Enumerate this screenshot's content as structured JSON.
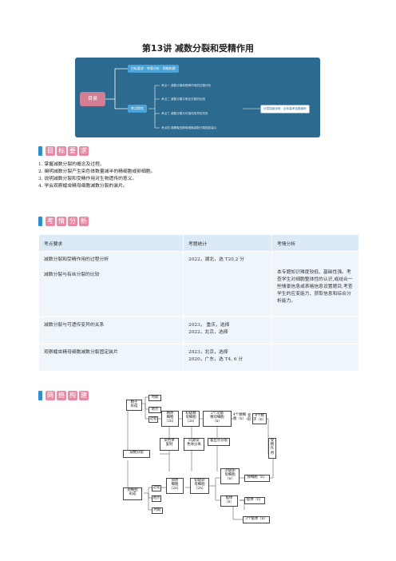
{
  "title": "第13讲  减数分裂和受精作用",
  "mindmap": {
    "root": "目录",
    "branch1": "目标要求 · 考情分析 · 网络构建",
    "branch2": "考点探究",
    "items": [
      "考点一  减数分裂和受精作用的过程分析",
      "考点二  减数分裂与有丝分裂的比较",
      "考点三  减数分裂与可遗传变异的关系",
      "考点四  观察蝗虫精母细胞减数分裂固定装片"
    ],
    "right": "分层突破训练 · 近年高考真题演练"
  },
  "sections": {
    "goals": [
      "目",
      "标",
      "要",
      "求"
    ],
    "analysis": [
      "考",
      "情",
      "分",
      "析"
    ],
    "network": [
      "网",
      "络",
      "构",
      "建"
    ]
  },
  "goals": [
    "1. 掌握减数分裂的概念及过程。",
    "2. 阐明减数分裂产生染色体数量减半的精细胞或卵细胞。",
    "3. 说明减数分裂和受精作用对生物遗传的意义。",
    "4. 学会观察蝗虫精母细胞减数分裂的装片。"
  ],
  "table": {
    "headers": [
      "考点要求",
      "考题统计",
      "考情分析"
    ],
    "r1c1a": "减数分裂和受精作用的过程分析",
    "r1c1b": "减数分裂与有丝分裂的比较",
    "r1c2": "2022，湖北，选 T20,2 分",
    "analysis": "本专题知识难度较低、基础性强。考查学生对细胞整体性的认识,或结合一些情景信息或表格信息设置题目,考查学生的应变能力、获取信息和综合分析能力。",
    "r2c1": "减数分裂与可遗传变异的关系",
    "r2c2a": "2023，  重庆，选择",
    "r2c2b": "2022，北京，选择",
    "r3c1": "观察蝗虫精母细胞减数分裂固定装片",
    "r3c2a": "2023，北京，选择",
    "r3c2b": "2020，广东，选 T4, 6 分"
  },
  "net": {
    "jz": "精子\n形成",
    "sj": "时期",
    "dd": "地点",
    "gc": "过程",
    "jyxb": "精原\n细胞\n（2n）",
    "cjjm": "初级精\n母细胞\n（2n）",
    "cjjm2": "2个次级\n精母细胞\n（n）",
    "jxb": "4个精细\n胞（n）",
    "bx": "变\n形",
    "jzi": "4个精\n子（n）",
    "sjz": "受\n精\n作\n用",
    "jsfl": "减数分裂",
    "rsf": "染色体\n复制",
    "tyr": "同源染\n色体分离",
    "zsd": "着丝点分裂",
    "lxb": "卵细胞\n形成",
    "gc2": "过程",
    "dd2": "地点",
    "sj2": "时期",
    "lyxb": "卵原\n细胞\n（2n）",
    "cjlm": "初级卵\n母细胞\n（2n）",
    "cjlm2": "次级卵\n母细胞\n（n）",
    "lxb2": "卵细胞（n）",
    "jt": "极体\n（n）",
    "jt2": "极体（n）",
    "jt3": "3个极体（n）"
  }
}
